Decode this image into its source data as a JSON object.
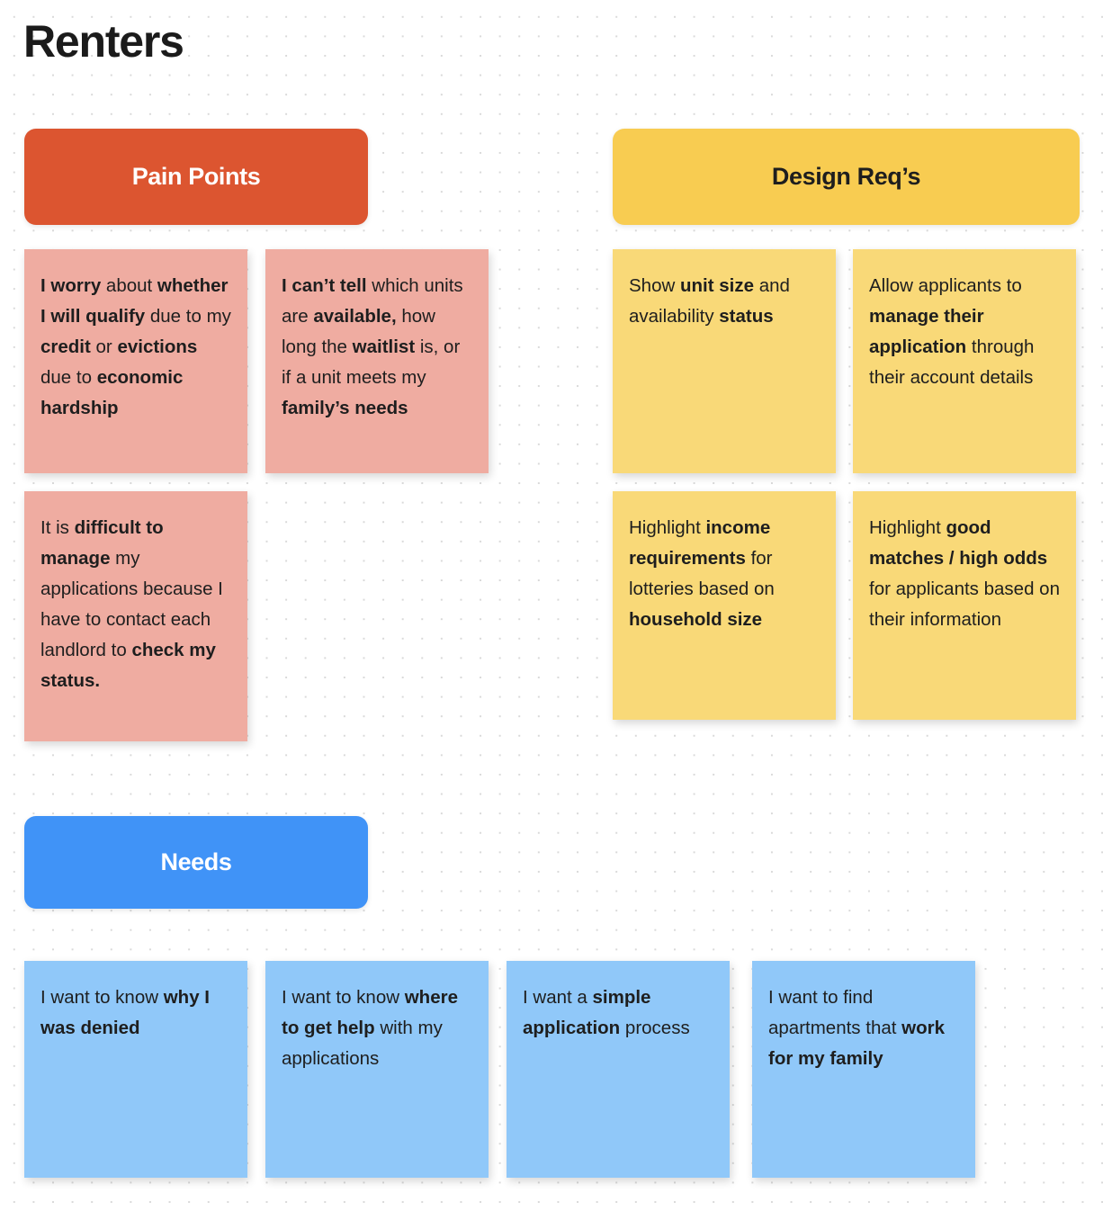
{
  "page": {
    "title": "Renters"
  },
  "colors": {
    "pain_header": "#dc5530",
    "pain_note": "#efaca1",
    "design_header": "#f8cc51",
    "design_note": "#f9d978",
    "needs_header": "#4093f7",
    "needs_note": "#90c8f9",
    "title_text": "#1b1b1b",
    "note_text": "#1e1e1e",
    "background": "#ffffff",
    "dot_grid": "#d9d9d9"
  },
  "sections": {
    "pain_points": {
      "header": "Pain Points",
      "notes": [
        {
          "id": "pn1",
          "html": "<b>I worry</b> about <b>whether I will qualify</b> due to my <b>credit</b> or <b>evictions</b> due to <b>economic hardship</b>",
          "plain": "I worry about whether I will qualify due to my credit or evictions due to economic hardship"
        },
        {
          "id": "pn2",
          "html": "<b>I can’t tell</b> which units are <b>available,</b> how long the <b>waitlist</b> is, or if a unit meets my <b>family’s needs</b>",
          "plain": "I can’t tell which units are available, how long the waitlist is, or if a unit meets my family’s needs"
        },
        {
          "id": "pn3",
          "html": "It is <b>difficult to manage</b> my applications because I have to contact each landlord to <b>check my status.</b>",
          "plain": "It is difficult to manage my applications because I have to contact each landlord to check my status."
        }
      ]
    },
    "design_requirements": {
      "header": "Design Req’s",
      "notes": [
        {
          "id": "dr1",
          "html": "Show <b>unit size</b> and availability <b>status</b>",
          "plain": "Show unit size and availability status"
        },
        {
          "id": "dr2",
          "html": "Allow applicants to <b>manage their application</b> through their account details",
          "plain": "Allow applicants to manage their application through their account details"
        },
        {
          "id": "dr3",
          "html": "Highlight <b>income requirements</b> for lotteries based on <b>household size</b>",
          "plain": "Highlight income requirements for lotteries based on household size"
        },
        {
          "id": "dr4",
          "html": "Highlight <b>good matches / high odds</b> for applicants based on their information",
          "plain": "Highlight good matches / high odds for applicants based on their information"
        }
      ]
    },
    "needs": {
      "header": "Needs",
      "notes": [
        {
          "id": "nd1",
          "html": "I want to know <b>why I was denied</b>",
          "plain": "I want to know why I was denied"
        },
        {
          "id": "nd2",
          "html": "I want to know <b>where to get help</b> with my applications",
          "plain": "I want to know where to get help with my applications"
        },
        {
          "id": "nd3",
          "html": "I want a <b>simple application</b> process",
          "plain": "I want a simple application process"
        },
        {
          "id": "nd4",
          "html": "I want to find apartments that <b>work for my family</b>",
          "plain": "I want to find apartments that work for my family"
        }
      ]
    }
  }
}
